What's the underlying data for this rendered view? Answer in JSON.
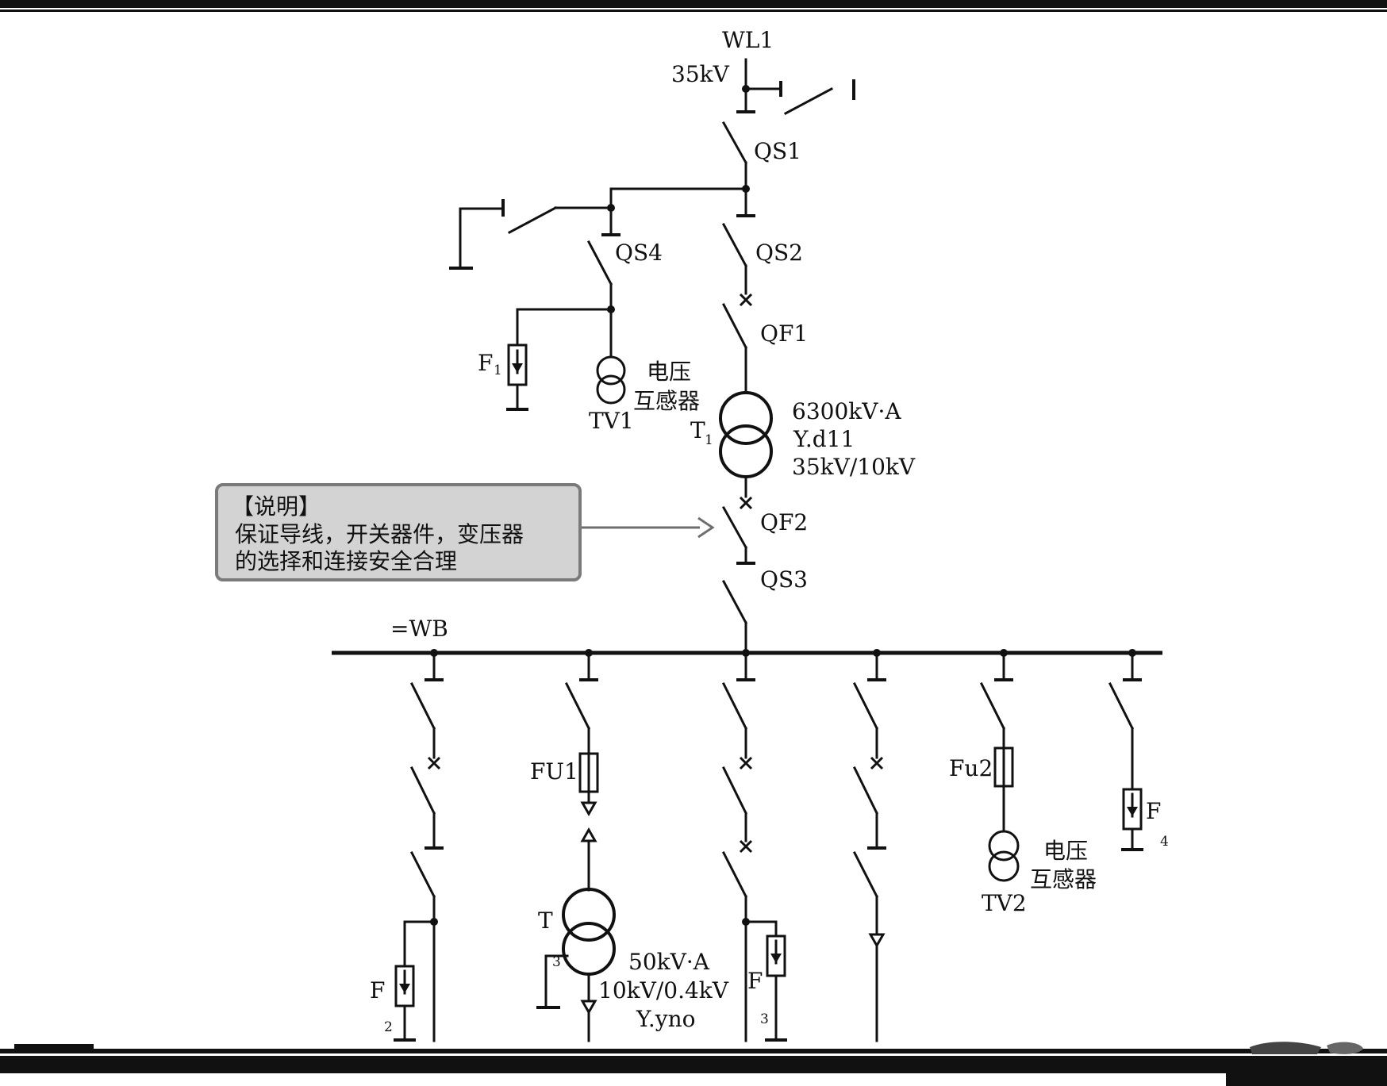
{
  "labels": {
    "line": "WL1",
    "line_voltage": "35kV",
    "qs1": "QS1",
    "qs2": "QS2",
    "qs3": "QS3",
    "qs4": "QS4",
    "qf1": "QF1",
    "qf2": "QF2",
    "busbar": "=WB",
    "f1_main": "F",
    "f1_sub": "1",
    "tv1": "TV1",
    "pt1": [
      "电压",
      "互感器"
    ],
    "t1_main": "T",
    "t1_sub": "1",
    "t1_spec": [
      "6300kV·A",
      "Y.d11",
      "35kV/10kV"
    ],
    "fu1": "FU1",
    "t_main": "T",
    "t_sub": "3",
    "t_spec": [
      "50kV·A",
      "10kV/0.4kV",
      "Y.yno"
    ],
    "f2_main": "F",
    "f2_sub": "2",
    "f3_main": "F",
    "f3_sub": "3",
    "fu2": "Fu2",
    "tv2": "TV2",
    "pt2": [
      "电压",
      "互感器"
    ],
    "f4_main": "F",
    "f4_sub": "4"
  },
  "note": {
    "title": "【说明】",
    "lines": [
      "保证导线，开关器件，变压器",
      "的选择和连接安全合理"
    ]
  },
  "colors": {
    "line": "#111111",
    "note_fill": "#d3d3d3",
    "note_border": "#7a7a7a",
    "arrow": "#6e6e6e",
    "frame": "#111111"
  }
}
